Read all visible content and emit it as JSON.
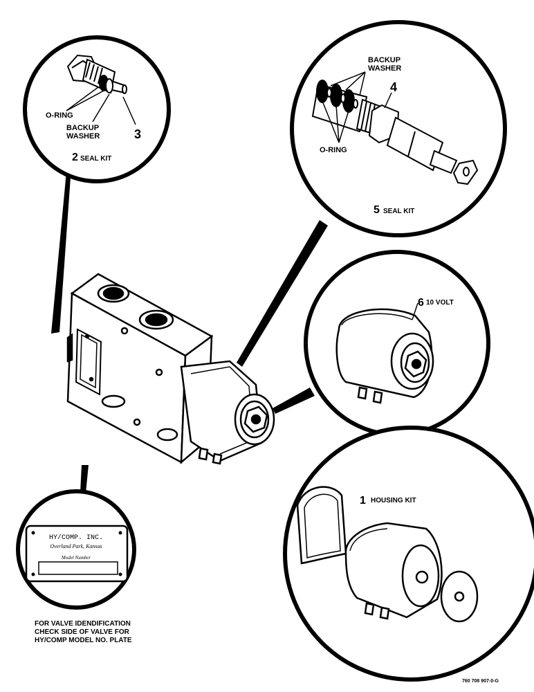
{
  "callouts": {
    "item3": {
      "number": "3",
      "oring": "O-RING",
      "backup_line1": "BACKUP",
      "backup_line2": "WASHER"
    },
    "item2": {
      "number": "2",
      "text": "SEAL KIT"
    },
    "item4": {
      "number": "4",
      "backup_line1": "BACKUP",
      "backup_line2": "WASHER",
      "oring": "O-RING"
    },
    "item5": {
      "number": "5",
      "text": "SEAL KIT"
    },
    "item6": {
      "number": "6",
      "text": "10 VOLT"
    },
    "item1": {
      "number": "1",
      "text": "HOUSING KIT"
    }
  },
  "plate": {
    "company": "HY/COMP. INC.",
    "location": "Overland Park, Kansas",
    "model_label": "Model Number"
  },
  "note": {
    "line1": "FOR VALVE IDENDIFICATION",
    "line2": "CHECK SIDE OF VALVE FOR",
    "line3": "HY/COMP MODEL NO. PLATE"
  },
  "drawing_number": "760 708 907-0-G"
}
